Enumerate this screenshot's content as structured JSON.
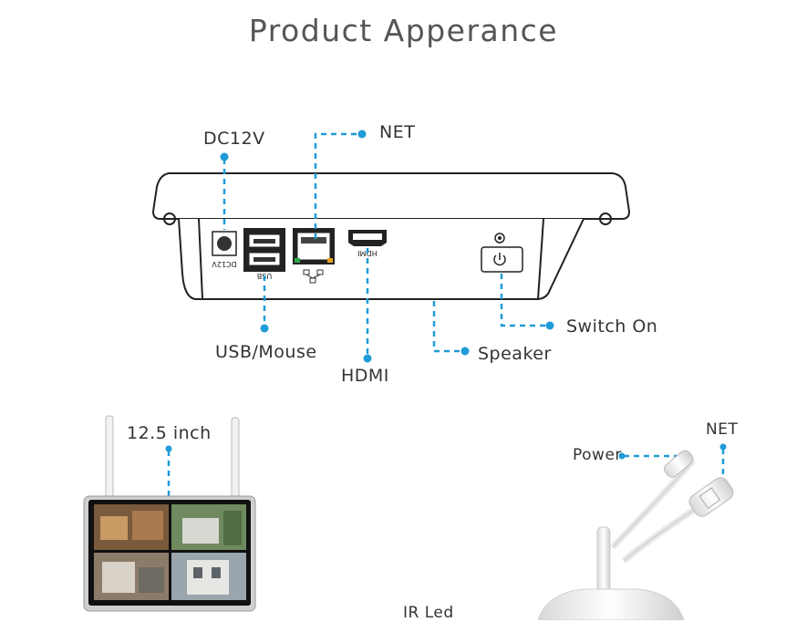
{
  "title": "Product Apperance",
  "rear_panel": {
    "callouts": {
      "dc": "DC12V",
      "net": "NET",
      "usb": "USB/Mouse",
      "hdmi": "HDMI",
      "speaker": "Speaker",
      "switch": "Switch On"
    },
    "port_markings": {
      "dc": "DC12V",
      "usb": "USB",
      "hdmi": "HDMI"
    }
  },
  "monitor": {
    "size_label": "12.5 inch"
  },
  "camera": {
    "power_label": "Power",
    "net_label": "NET",
    "ir_label": "IR Led"
  },
  "colors": {
    "callout": "#1f9bd7",
    "outline": "#222222",
    "text": "#333333"
  }
}
